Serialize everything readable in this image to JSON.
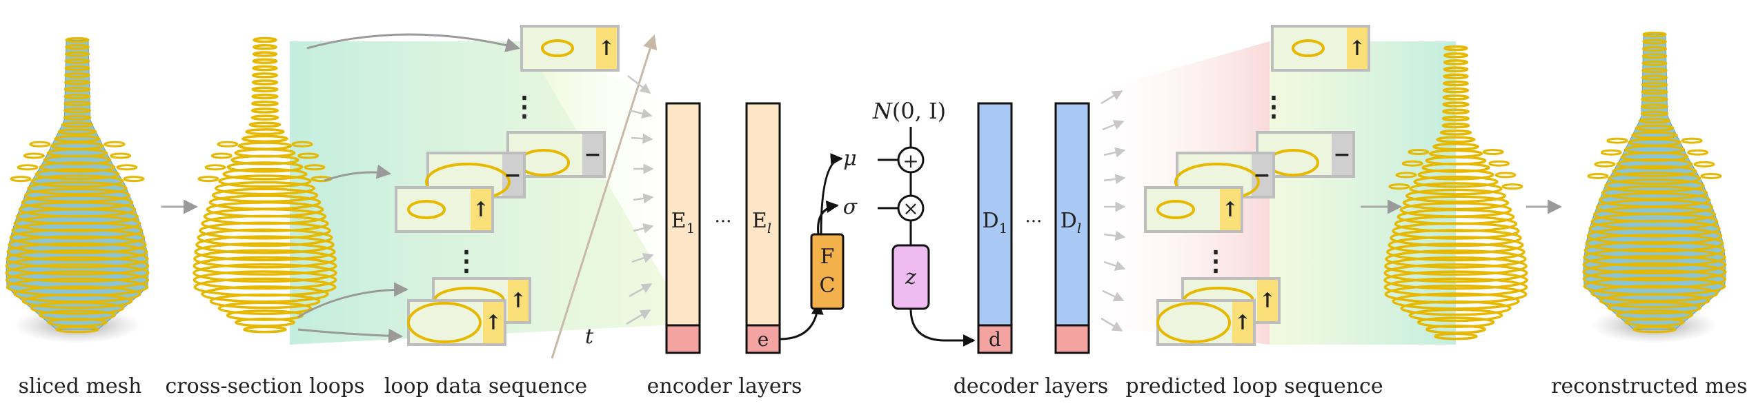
{
  "captions": {
    "sliced_mesh": "sliced mesh",
    "cross_section_loops": "cross-section loops",
    "loop_data_sequence": "loop data sequence",
    "encoder_layers": "encoder layers",
    "decoder_layers": "decoder layers",
    "predicted_loop_sequence": "predicted loop sequence",
    "reconstructed_mesh": "reconstructed mesh"
  },
  "encoder": {
    "first_base": "E",
    "first_sub": "1",
    "last_base": "E",
    "last_sub": "l",
    "embed": "e",
    "dots": "···"
  },
  "fc": {
    "line1": "F",
    "line2": "C"
  },
  "latent": {
    "prior_pre": "N",
    "prior_args": "(0, I)",
    "mu": "μ",
    "sigma": "σ",
    "plus": "+",
    "times": "×",
    "z": "z"
  },
  "decoder": {
    "first_base": "D",
    "first_sub": "1",
    "last_base": "D",
    "last_sub": "l",
    "embed": "d",
    "dots": "···"
  },
  "time_axis": "t",
  "card_symbols": {
    "up": "↑",
    "minus": "−",
    "dots": "⋮"
  },
  "colors": {
    "encoder_fill": "#fde6c8",
    "decoder_fill": "#a9c8f4",
    "embed_fill": "#f4a3a3",
    "fc_fill": "#f2b14a",
    "z_fill": "#eebcf0",
    "loop_gold": "#e6b800",
    "mesh_blue": "#8cc4d4",
    "card_bg": "#eef5df",
    "tag_yellow": "#fbe07a",
    "tag_grey": "#cfcfcf"
  }
}
